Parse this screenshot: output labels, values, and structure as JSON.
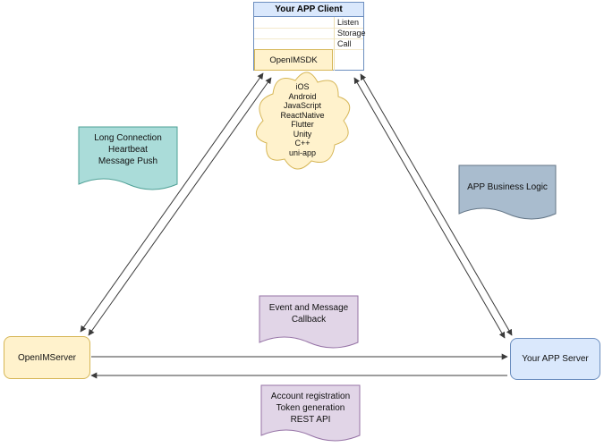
{
  "diagram": {
    "client_box": {
      "title": "Your APP Client",
      "interfaces": [
        "Listen",
        "Storage",
        "Call"
      ],
      "sdk_label": "OpenIMSDK"
    },
    "platform_cloud": {
      "platforms_text": "iOS\nAndroid\nJavaScript\nReactNative\nFlutter\nUnity\nC++\nuni-app"
    },
    "notes": {
      "long_connection": "Long Connection\nHeartbeat\nMessage Push",
      "app_business_logic": "APP Business Logic",
      "event_callback": "Event and Message\nCallback",
      "account_registration": "Account registration\nToken generation\nREST API"
    },
    "server_boxes": {
      "openim_server": "OpenIMServer",
      "app_server": "Your APP Server"
    },
    "colors": {
      "yellow_fill": "#fff2cc",
      "yellow_stroke": "#d6b656",
      "blue_fill": "#dae8fc",
      "blue_stroke": "#6c8ebf",
      "teal_fill": "#aadcd9",
      "teal_stroke": "#4fa096",
      "slate_fill": "#a9bcce",
      "slate_stroke": "#647687",
      "purple_fill": "#e1d5e7",
      "purple_stroke": "#9673a6",
      "arrow_color": "#3b3b3b"
    }
  }
}
